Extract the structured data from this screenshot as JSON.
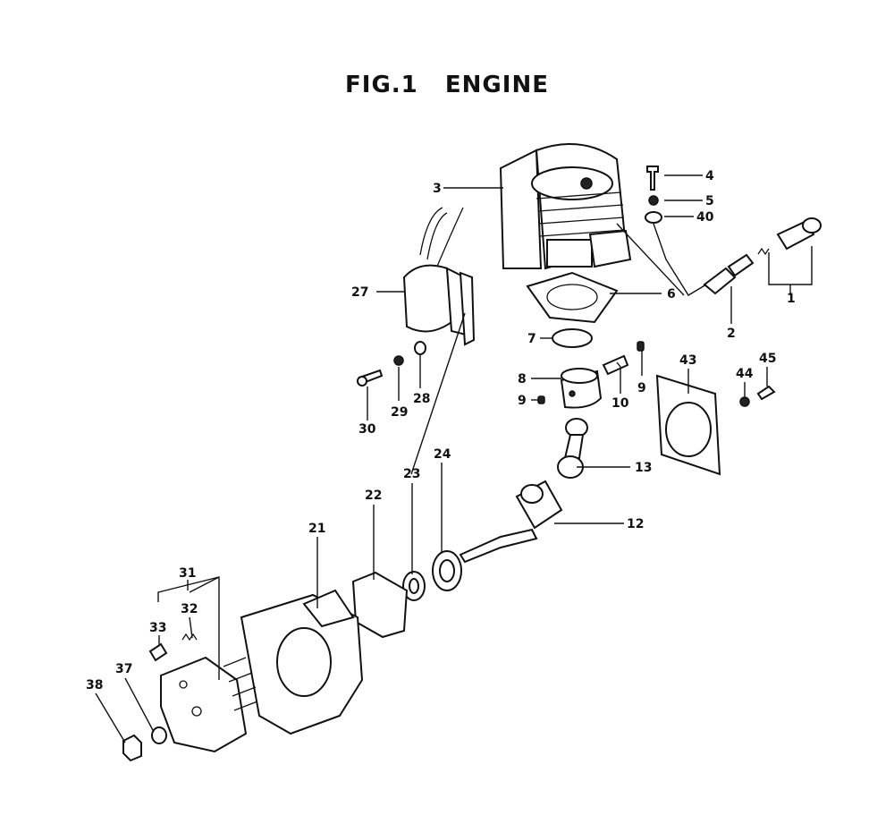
{
  "title": "FIG.1   ENGINE",
  "callouts": [
    {
      "id": "p1",
      "text": "1"
    },
    {
      "id": "p2",
      "text": "2"
    },
    {
      "id": "p3",
      "text": "3"
    },
    {
      "id": "p4",
      "text": "4"
    },
    {
      "id": "p5",
      "text": "5"
    },
    {
      "id": "p40",
      "text": "40"
    },
    {
      "id": "p6",
      "text": "6"
    },
    {
      "id": "p7",
      "text": "7"
    },
    {
      "id": "p8",
      "text": "8"
    },
    {
      "id": "p9a",
      "text": "9"
    },
    {
      "id": "p9b",
      "text": "9"
    },
    {
      "id": "p10",
      "text": "10"
    },
    {
      "id": "p12",
      "text": "12"
    },
    {
      "id": "p13",
      "text": "13"
    },
    {
      "id": "p21",
      "text": "21"
    },
    {
      "id": "p22",
      "text": "22"
    },
    {
      "id": "p23",
      "text": "23"
    },
    {
      "id": "p24",
      "text": "24"
    },
    {
      "id": "p27",
      "text": "27"
    },
    {
      "id": "p28",
      "text": "28"
    },
    {
      "id": "p29",
      "text": "29"
    },
    {
      "id": "p30",
      "text": "30"
    },
    {
      "id": "p31",
      "text": "31"
    },
    {
      "id": "p32",
      "text": "32"
    },
    {
      "id": "p33",
      "text": "33"
    },
    {
      "id": "p37",
      "text": "37"
    },
    {
      "id": "p38",
      "text": "38"
    },
    {
      "id": "p43",
      "text": "43"
    },
    {
      "id": "p44",
      "text": "44"
    },
    {
      "id": "p45",
      "text": "45"
    }
  ]
}
